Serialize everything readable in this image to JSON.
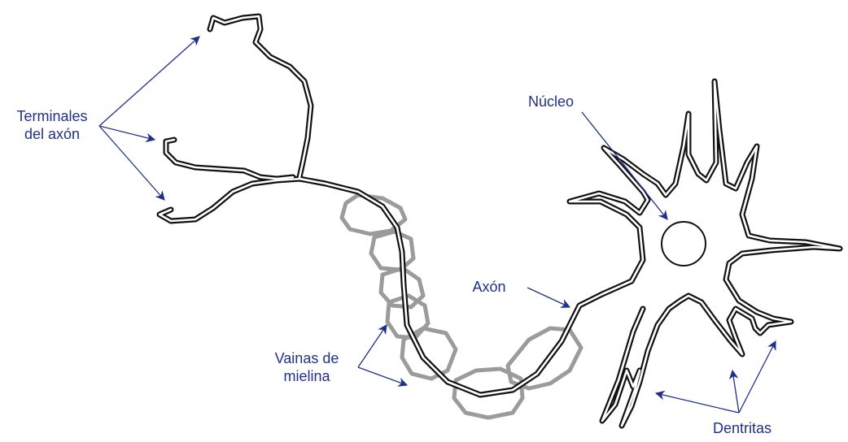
{
  "labels": {
    "axon_terminals": [
      "Terminales",
      "del axón"
    ],
    "nucleus": "Núcleo",
    "axon": "Axón",
    "myelin_sheaths": [
      "Vainas de",
      "mielina"
    ],
    "dendrites": "Dentritas"
  },
  "colors": {
    "label": "#1f2f8c",
    "arrow": "#1f2f8c",
    "neuron": "#111111",
    "myelin": "#8a8a8a",
    "background": "#ffffff"
  }
}
